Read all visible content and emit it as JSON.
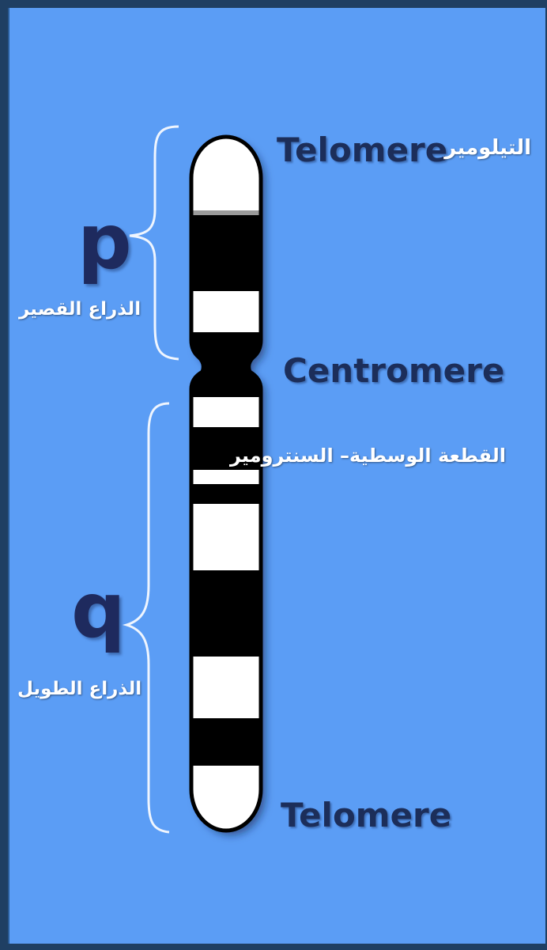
{
  "labels": {
    "telomere_top": "Telomere",
    "telomere_top_ar": "التيلومير",
    "centromere": "Centromere",
    "centromere_ar": "القطعة الوسطية– السنترومير",
    "telomere_bottom": "Telomere",
    "p_arm": "p",
    "p_arm_ar": "الذراع القصير",
    "q_arm": "q",
    "q_arm_ar": "الذراع الطويل"
  },
  "colors": {
    "background": "#5b9df5",
    "frame": "#1f3f63",
    "band_dark": "#000000",
    "band_light": "#ffffff",
    "label_english": "#1c2e5a",
    "label_arabic": "#ffffff"
  }
}
